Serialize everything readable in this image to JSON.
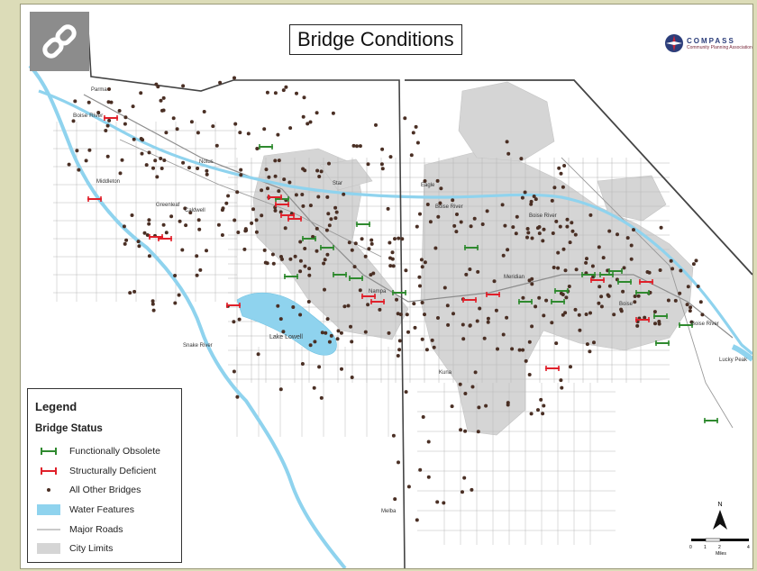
{
  "title": "Bridge Conditions",
  "logo": {
    "name": "COMPASS",
    "sub": "Community Planning Association"
  },
  "legend": {
    "title": "Legend",
    "subtitle": "Bridge Status",
    "items": [
      {
        "key": "functional",
        "label": "Functionally Obsolete"
      },
      {
        "key": "structural",
        "label": "Structurally Deficient"
      },
      {
        "key": "other",
        "label": "All Other Bridges"
      },
      {
        "key": "water",
        "label": "Water Features"
      },
      {
        "key": "roads",
        "label": "Major Roads"
      },
      {
        "key": "city",
        "label": "City Limits"
      }
    ]
  },
  "place_labels": {
    "boise_river_left": "Boise River",
    "boise_river_mid": "Boise River",
    "boise_river_mid2": "Boise River",
    "boise_river_right": "Boise River",
    "lake_lowell": "Lake Lowell",
    "snake_river": "Snake River",
    "lucky_peak": "Lucky Peak",
    "parma": "Parma",
    "notus": "Notus",
    "greenleaf": "Greenleaf",
    "caldwell": "Caldwell",
    "meridian": "Meridian",
    "kuna": "Kuna",
    "melba": "Melba",
    "middleton": "Middleton",
    "star": "Star",
    "eagle": "Eagle",
    "nampa": "Nampa",
    "boise": "Boise"
  },
  "north": "N",
  "scale": {
    "ticks": [
      "0",
      "1",
      "2",
      "4"
    ],
    "unit": "Miles"
  },
  "colors": {
    "water": "#8fd3ee",
    "city": "#d5d5d5",
    "road": "#b8b8b8",
    "boundary": "#444444",
    "functional": "#2f8a2f",
    "structural": "#e0202a",
    "other": "#4a2f24"
  },
  "icons": {
    "link": "link-icon",
    "north": "north-arrow-icon"
  }
}
